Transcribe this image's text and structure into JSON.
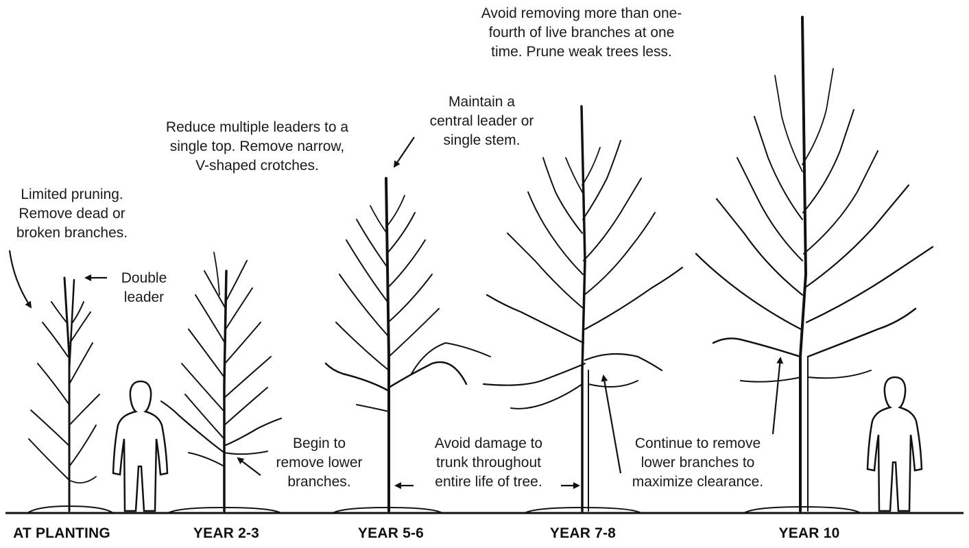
{
  "stages": [
    {
      "label": "AT PLANTING"
    },
    {
      "label": "YEAR 2-3"
    },
    {
      "label": "YEAR 5-6"
    },
    {
      "label": "YEAR 7-8"
    },
    {
      "label": "YEAR 10"
    }
  ],
  "annotations": {
    "limited_pruning": [
      "Limited pruning.",
      "Remove dead or",
      "broken branches."
    ],
    "double_leader": [
      "Double",
      "leader"
    ],
    "reduce_leaders": [
      "Reduce multiple leaders to a",
      "single top. Remove narrow,",
      "V-shaped crotches."
    ],
    "central_leader": [
      "Maintain a",
      "central leader or",
      "single stem."
    ],
    "avoid_removing": [
      "Avoid removing more than one-",
      "fourth of live branches at one",
      "time. Prune weak trees less."
    ],
    "begin_remove": [
      "Begin to",
      "remove lower",
      "branches."
    ],
    "avoid_damage": [
      "Avoid damage to",
      "trunk throughout",
      "entire life of tree."
    ],
    "continue_remove": [
      "Continue to remove",
      "lower branches to",
      "maximize clearance."
    ]
  },
  "colors": {
    "ink": "#111111",
    "background": "#ffffff"
  }
}
